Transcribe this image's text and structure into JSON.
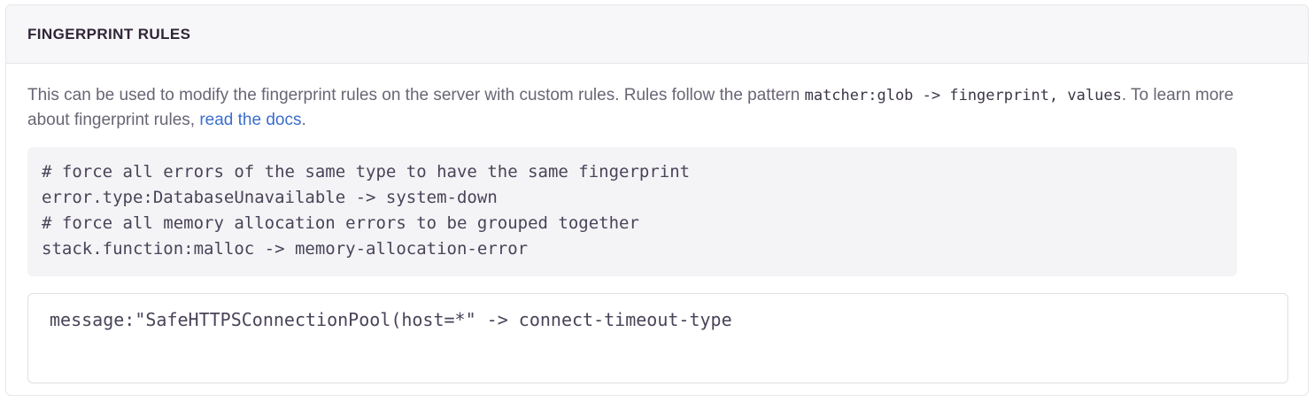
{
  "panel": {
    "title": "FINGERPRINT RULES",
    "description": {
      "part1": "This can be used to modify the fingerprint rules on the server with custom rules. Rules follow the pattern ",
      "inline_code": "matcher:glob -> fingerprint, values",
      "part2": ". To learn more about fingerprint rules, ",
      "link_text": "read the docs",
      "part3": "."
    },
    "code_example": "# force all errors of the same type to have the same fingerprint\nerror.type:DatabaseUnavailable -> system-down\n# force all memory allocation errors to be grouped together\nstack.function:malloc -> memory-allocation-error",
    "rule_input": {
      "value": "message:\"SafeHTTPSConnectionPool(host=*\" -> connect-timeout-type",
      "placeholder": ""
    }
  },
  "colors": {
    "panel_border": "#e7e6ec",
    "header_background": "#f7f7f9",
    "title_text": "#2f2537",
    "body_text": "#6a6575",
    "link": "#3b6ecc",
    "code_background": "#f4f4f7",
    "code_text": "#4a4358",
    "input_border": "#e0dfe6"
  }
}
